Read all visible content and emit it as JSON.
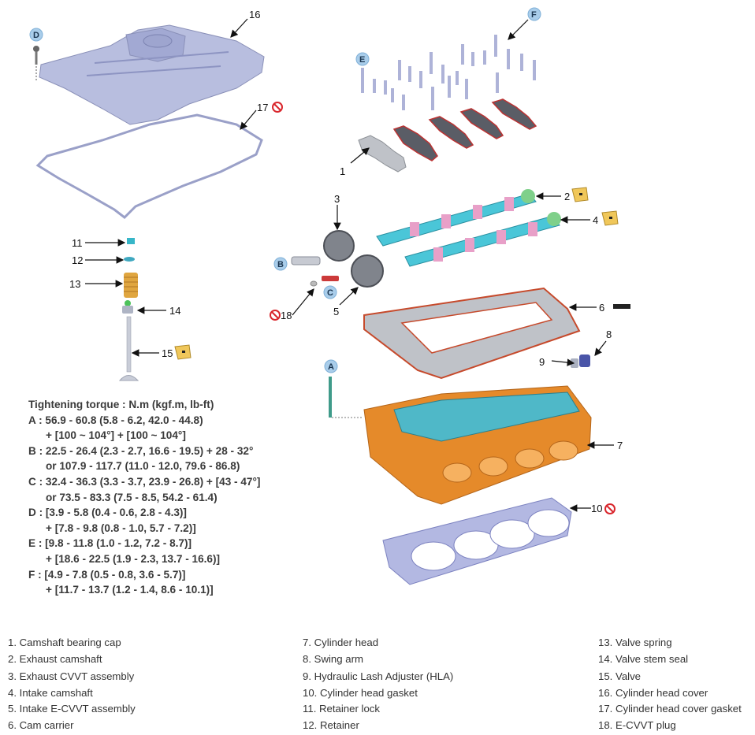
{
  "callouts": {
    "n1": "1",
    "n2": "2",
    "n3": "3",
    "n4": "4",
    "n5": "5",
    "n6": "6",
    "n7": "7",
    "n8": "8",
    "n9": "9",
    "n10": "10",
    "n11": "11",
    "n12": "12",
    "n13": "13",
    "n14": "14",
    "n15": "15",
    "n16": "16",
    "n17": "17",
    "n18": "18"
  },
  "tags": {
    "A": "A",
    "B": "B",
    "C": "C",
    "D": "D",
    "E": "E",
    "F": "F"
  },
  "torque": {
    "title": "Tightening torque : N.m (kgf.m, lb-ft)",
    "lines": [
      "A : 56.9 - 60.8 (5.8 - 6.2, 42.0 - 44.8)",
      "+ [100 ~ 104°] + [100 ~ 104°]",
      "B : 22.5 - 26.4 (2.3 - 2.7, 16.6 - 19.5) + 28 - 32°",
      "or 107.9 - 117.7 (11.0 - 12.0, 79.6 - 86.8)",
      "C : 32.4 - 36.3 (3.3 - 3.7, 23.9 - 26.8) + [43 - 47°]",
      "or 73.5 - 83.3 (7.5 - 8.5, 54.2 - 61.4)",
      "D : [3.9 - 5.8 (0.4 - 0.6, 2.8 - 4.3)]",
      "+ [7.8 - 9.8 (0.8 - 1.0, 5.7 - 7.2)]",
      "E : [9.8 - 11.8 (1.0 - 1.2, 7.2 - 8.7)]",
      "+ [18.6 - 22.5 (1.9 - 2.3, 13.7 - 16.6)]",
      "F : [4.9 - 7.8 (0.5 - 0.8, 3.6 - 5.7)]",
      "+ [11.7 - 13.7 (1.2 - 1.4, 8.6 - 10.1)]"
    ]
  },
  "legend": {
    "col1": [
      "1. Camshaft bearing cap",
      "2. Exhaust camshaft",
      "3. Exhaust CVVT assembly",
      "4. Intake camshaft",
      "5. Intake E-CVVT assembly",
      "6. Cam carrier"
    ],
    "col2": [
      "7. Cylinder head",
      "8. Swing arm",
      "9. Hydraulic Lash Adjuster (HLA)",
      "10. Cylinder head gasket",
      "11. Retainer lock",
      "12. Retainer"
    ],
    "col3": [
      "13. Valve spring",
      "14. Valve stem seal",
      "15. Valve",
      "16. Cylinder head cover",
      "17. Cylinder head cover gasket",
      "18. E-CVVT plug"
    ]
  }
}
